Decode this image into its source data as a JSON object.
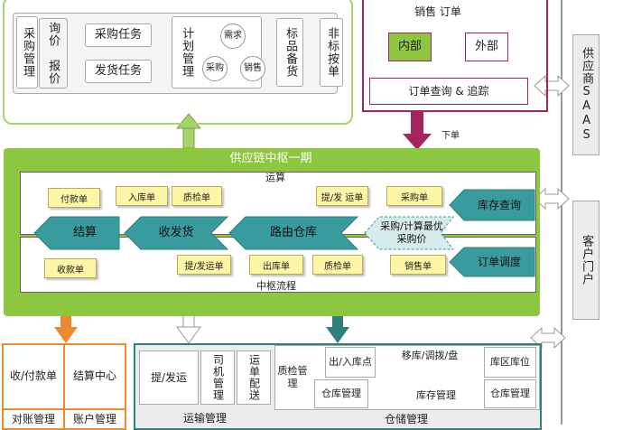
{
  "procurement": {
    "purchase_mgmt": "采购管理",
    "inquiry": "询价",
    "quote": "报价",
    "purchase_task": "采购任务",
    "delivery_task": "发货任务",
    "plan_mgmt": "计划管理",
    "demand": "需求",
    "purchase": "采购",
    "sales": "销售",
    "standard_stock": "标品备货",
    "non_standard_order": "非标按单"
  },
  "sales_order": {
    "title": "销售  订单",
    "internal": "内部",
    "external": "外部",
    "query_track": "订单查询 & 追踪",
    "down_order": "下单"
  },
  "supplier_saas": "供应商SAAS",
  "customer_portal": "客户门户",
  "hub": {
    "title": "供应链中枢一期",
    "ops": "运算",
    "flow": "中枢流程",
    "notes": {
      "payment_slip": "付款单",
      "inbound_slip": "入库单",
      "qc_slip_top": "质检单",
      "ship_slip_top": "提/发 运单",
      "purchase_slip": "采购单",
      "receipt_slip": "收款单",
      "ship_slip_bottom": "提/发运单",
      "outbound_slip": "出库单",
      "qc_slip_bottom": "质检单",
      "sales_slip": "销售单"
    },
    "nodes": {
      "settle": "结算",
      "recv_ship": "收发货",
      "route_wh": "路由仓库",
      "purchase_calc": "采购/计算最优采购价",
      "stock_query": "库存查询",
      "order_dispatch": "订单调度"
    }
  },
  "finance": {
    "receive_pay": "收/付款单",
    "settle_center": "结算中心",
    "reconcile": "对账管理",
    "account": "账户管理"
  },
  "transport": {
    "ship": "提/发运",
    "driver": "司机管理",
    "waybill": "运单配送",
    "title": "运输管理"
  },
  "warehouse": {
    "qc": "质检管理",
    "in_out": "出/入库点",
    "move": "移库/调拨/盘",
    "area": "库区库位",
    "wh_mgmt": "仓库管理",
    "stock_mgmt": "库存管理",
    "wh_mgmt2": "仓库管理",
    "title": "仓储管理"
  },
  "colors": {
    "green": "#8dc73f",
    "teal": "#3a9b9e",
    "maroon": "#a3245e",
    "orange": "#ed8a2e",
    "note": "#fdf6a6"
  }
}
